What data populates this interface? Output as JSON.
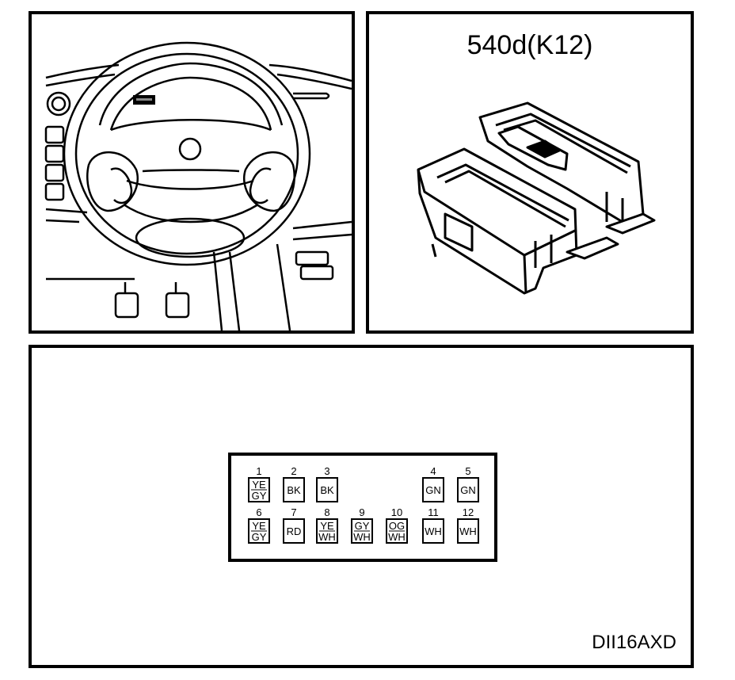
{
  "connector": {
    "name": "540d(K12)"
  },
  "reference": "DII16AXD",
  "pins": [
    {
      "number": "1",
      "color": [
        "YE",
        "GY"
      ]
    },
    {
      "number": "2",
      "color": [
        "BK"
      ]
    },
    {
      "number": "3",
      "color": [
        "BK"
      ]
    },
    {
      "number": "4",
      "color": [
        "GN"
      ]
    },
    {
      "number": "5",
      "color": [
        "GN"
      ]
    },
    {
      "number": "6",
      "color": [
        "YE",
        "GY"
      ]
    },
    {
      "number": "7",
      "color": [
        "RD"
      ]
    },
    {
      "number": "8",
      "color": [
        "YE",
        "WH"
      ]
    },
    {
      "number": "9",
      "color": [
        "GY",
        "WH"
      ]
    },
    {
      "number": "10",
      "color": [
        "OG",
        "WH"
      ]
    },
    {
      "number": "11",
      "color": [
        "WH"
      ]
    },
    {
      "number": "12",
      "color": [
        "WH"
      ]
    }
  ]
}
